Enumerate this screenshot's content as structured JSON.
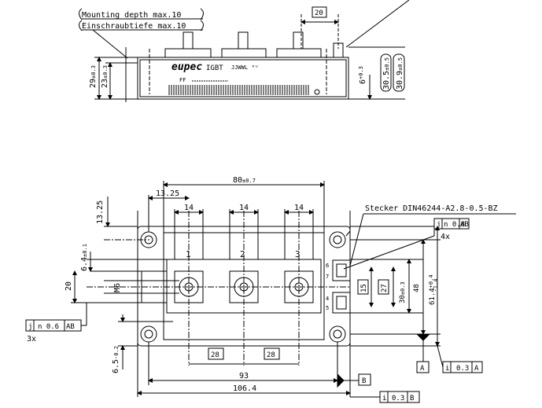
{
  "side_view": {
    "note_mounting_depth": "Mounting depth max.10",
    "note_einschraubtiefe": "Einschraubtiefe max.10",
    "dim_20": "20",
    "dim_29": "29",
    "dim_29_tol": "±0.3",
    "dim_23": "23",
    "dim_23_tol": "±0.3",
    "dim_6": "6",
    "dim_6_tol": "+0.3",
    "dim_30_5": "30.5",
    "dim_30_5_tol": "±0.5",
    "dim_30_9": "30.9",
    "dim_30_9_tol": "±0.5",
    "brand": "eupec",
    "brand_suffix": "IGBT",
    "code": "JJWWL",
    "mark_ff": "FF"
  },
  "top_view": {
    "dim_80": "80",
    "dim_80_tol": "±0.7",
    "dim_13_25_h": "13.25",
    "dim_13_25_v": "13.25",
    "dim_14_a": "14",
    "dim_14_b": "14",
    "dim_14_c": "14",
    "connector_note": "Stecker DIN46244-A2.8-0.5-BZ",
    "tol_n08_j": "j",
    "tol_n08_value": "n 0.8",
    "tol_n08_ref": "AB",
    "count_4x": "4x",
    "dim_6_4": "6.4",
    "dim_6_4_tol": "±0.1",
    "dim_20": "20",
    "thread_m6": "M6",
    "terminal_1": "1",
    "terminal_2": "2",
    "terminal_3": "3",
    "pin_6": "6",
    "pin_7": "7",
    "pin_4": "4",
    "pin_5": "5",
    "dim_15": "15",
    "dim_27": "27",
    "dim_30": "30",
    "dim_30_tol": "±0.3",
    "dim_48": "48",
    "dim_61_4": "61.4",
    "dim_61_4_tol_up": "+0.4",
    "dim_61_4_tol_dn": "-1.4",
    "tol_n06_j": "j",
    "tol_n06_value": "n 0.6",
    "tol_n06_ref": "AB",
    "count_3x": "3x",
    "dim_6_5": "6.5",
    "dim_6_5_tol": "-0.2",
    "dim_28_a": "28",
    "dim_28_b": "28",
    "dim_93": "93",
    "dim_106_4": "106.4",
    "datum_a": "A",
    "datum_b": "B",
    "tol_a_i": "i",
    "tol_a_value": "0.3",
    "tol_a_ref": "A",
    "tol_b_i": "i",
    "tol_b_value": "0.3",
    "tol_b_ref": "B"
  }
}
